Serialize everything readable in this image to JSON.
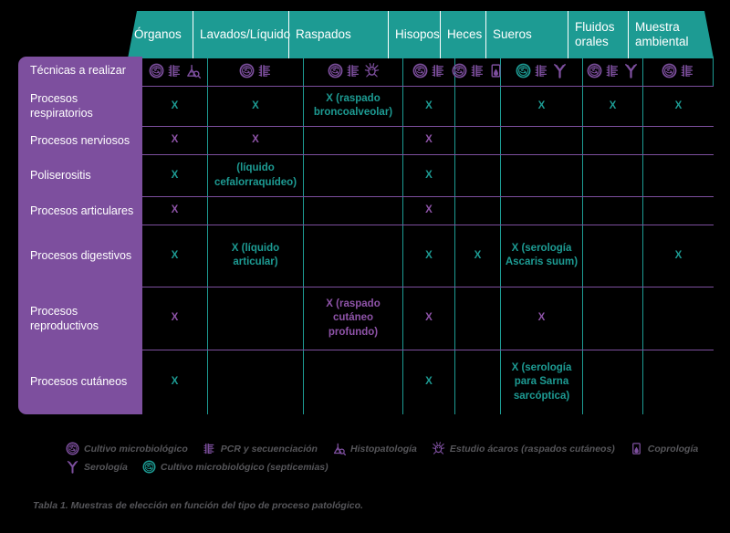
{
  "table": {
    "columns": [
      {
        "label": "Órganos",
        "width": 72
      },
      {
        "label": "Lavados/Líquido",
        "width": 105
      },
      {
        "label": "Raspados",
        "width": 109
      },
      {
        "label": "Hisopos",
        "width": 57
      },
      {
        "label": "Heces",
        "width": 50
      },
      {
        "label": "Sueros",
        "width": 90
      },
      {
        "label": "Fluidos orales",
        "width": 66
      },
      {
        "label": "Muestra ambiental",
        "width": 77
      }
    ],
    "techniques_row": {
      "label": "Técnicas a realizar",
      "cells": [
        {
          "icons": [
            "culture-purple",
            "pcr",
            "histopathology"
          ]
        },
        {
          "icons": [
            "culture-purple",
            "pcr"
          ]
        },
        {
          "icons": [
            "culture-purple",
            "pcr",
            "mites"
          ]
        },
        {
          "icons": [
            "culture-purple",
            "pcr"
          ]
        },
        {
          "icons": [
            "culture-purple",
            "pcr",
            "coprology"
          ]
        },
        {
          "icons": [
            "culture-teal",
            "pcr",
            "serology"
          ]
        },
        {
          "icons": [
            "culture-purple",
            "pcr",
            "serology"
          ]
        },
        {
          "icons": [
            "culture-purple",
            "pcr"
          ]
        }
      ]
    },
    "rows": [
      {
        "label": "Procesos respiratorios",
        "color": "teal",
        "height": 48,
        "cells": [
          "X",
          "X",
          "X (raspado broncoalveolar)",
          "X",
          "",
          "X",
          "X",
          "X"
        ]
      },
      {
        "label": "Procesos nerviosos",
        "color": "purple",
        "height": 33,
        "cells": [
          "X",
          "X",
          "",
          "X",
          "",
          "",
          "",
          ""
        ]
      },
      {
        "label": "Poliserositis",
        "color": "teal",
        "height": 50,
        "cells": [
          "X",
          "(líquido cefalorraquídeo)",
          "",
          "X",
          "",
          "",
          "",
          ""
        ]
      },
      {
        "label": "Procesos articulares",
        "color": "purple",
        "height": 33,
        "cells": [
          "X",
          "",
          "",
          "X",
          "",
          "",
          "",
          ""
        ]
      },
      {
        "label": "Procesos digestivos",
        "color": "teal",
        "height": 73,
        "cells": [
          "X",
          "X (líquido articular)",
          "",
          "X",
          "X",
          "X (serología Ascaris suum)",
          "",
          "X"
        ]
      },
      {
        "label": "Procesos reproductivos",
        "color": "purple",
        "height": 75,
        "cells": [
          "X",
          "",
          "X (raspado cutáneo profundo)",
          "X",
          "",
          "X",
          "",
          ""
        ]
      },
      {
        "label": "Procesos cutáneos",
        "color": "teal",
        "height": 75,
        "cells": [
          "X",
          "",
          "",
          "X",
          "",
          "X (serología para Sarna sarcóptica)",
          "",
          ""
        ]
      }
    ]
  },
  "legend": {
    "line1": [
      {
        "icon": "culture-purple",
        "label": "Cultivo microbiológico"
      },
      {
        "icon": "pcr",
        "label": "PCR y secuenciación"
      },
      {
        "icon": "histopathology",
        "label": "Histopatología"
      },
      {
        "icon": "mites",
        "label": "Estudio ácaros (raspados cutáneos)"
      },
      {
        "icon": "coprology",
        "label": "Coprología"
      }
    ],
    "line2": [
      {
        "icon": "serology",
        "label": "Serología"
      },
      {
        "icon": "culture-teal",
        "label": "Cultivo microbiológico (septicemias)"
      }
    ]
  },
  "caption": "Tabla 1. Muestras de elección en función del tipo de proceso patológico.",
  "colors": {
    "teal": "#1d9b93",
    "purple": "#7d4f9e",
    "purple_text": "#8e53a8",
    "caption_gray": "#56565a",
    "background": "#000000"
  }
}
